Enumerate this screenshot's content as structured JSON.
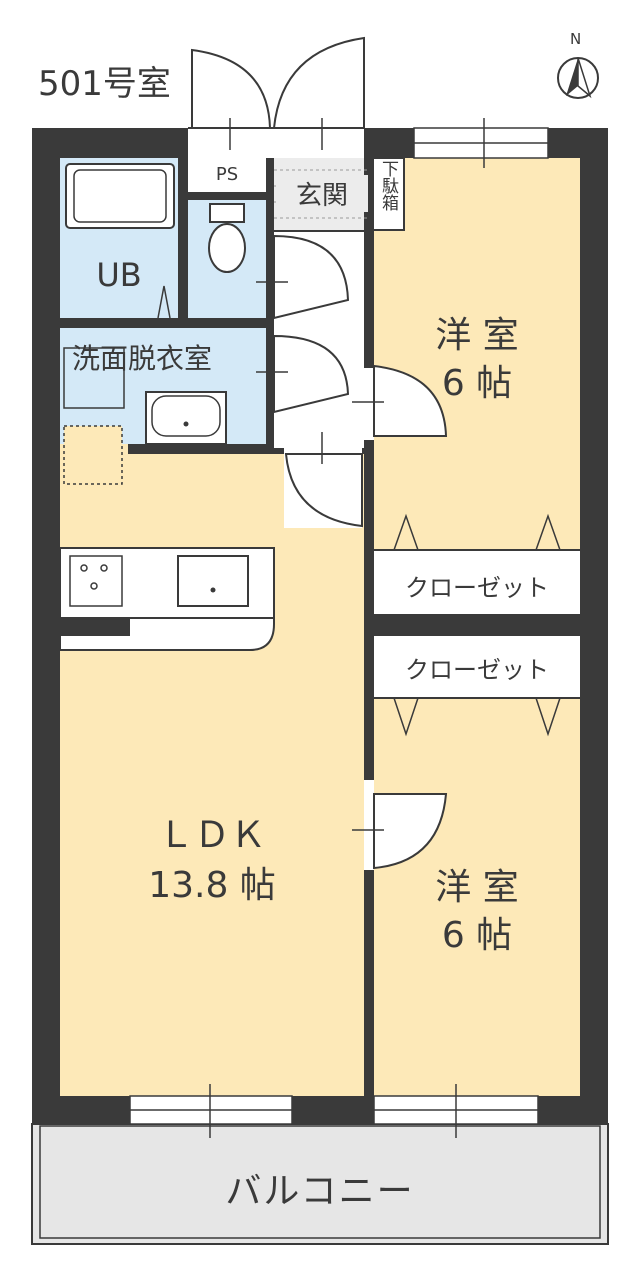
{
  "unit_name": "501号室",
  "compass": {
    "label": "N",
    "icon": "north-arrow-icon"
  },
  "rooms": {
    "ldk": {
      "name": "ＬＤＫ",
      "size": "13.8 帖"
    },
    "western_room_1": {
      "name": "洋 室",
      "size": "6 帖"
    },
    "western_room_2": {
      "name": "洋 室",
      "size": "6 帖"
    },
    "unit_bath": {
      "name": "UB"
    },
    "washroom": {
      "name": "洗面脱衣室"
    },
    "entrance": {
      "name": "玄関"
    },
    "shoe_box": {
      "name": "下駄箱"
    },
    "pipe_space": {
      "name": "PS"
    },
    "closet_1": {
      "name": "クローゼット"
    },
    "closet_2": {
      "name": "クローゼット"
    },
    "balcony": {
      "name": "バルコニー"
    }
  },
  "colors": {
    "wall": "#3a3a3a",
    "living_floor": "#fde9b8",
    "wet_area": "#d4e9f7",
    "entrance_floor": "#ececec",
    "balcony": "#e6e6e6"
  }
}
